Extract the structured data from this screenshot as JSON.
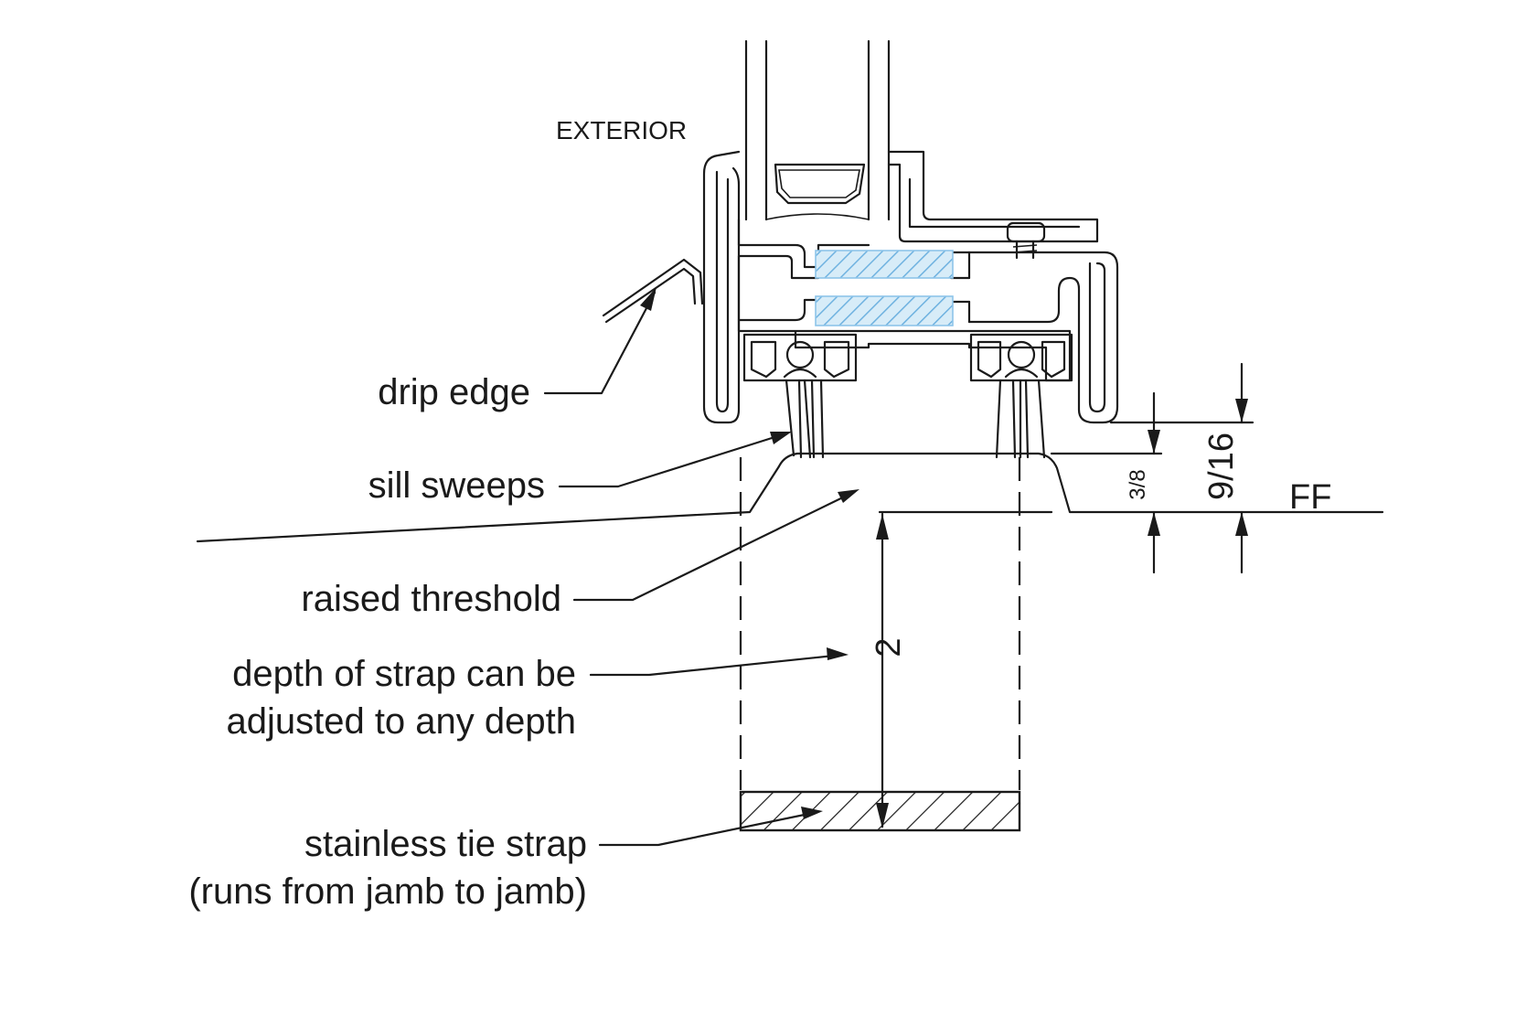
{
  "labels": {
    "exterior": "EXTERIOR",
    "drip_edge": "drip edge",
    "sill_sweeps": "sill sweeps",
    "raised_threshold": "raised threshold",
    "depth_line1": "depth of strap can be",
    "depth_line2": "adjusted to any depth",
    "strap_line1": "stainless tie strap",
    "strap_line2": "(runs from jamb to jamb)"
  },
  "dimensions": {
    "threshold_height": "3/8",
    "sill_height": "9/16",
    "finished_floor": "FF",
    "strap_depth": "2"
  },
  "colors": {
    "line": "#1a1a1a",
    "thermal_break": "#8ec5ea",
    "thermal_break_fill": "#d7ecf8"
  }
}
